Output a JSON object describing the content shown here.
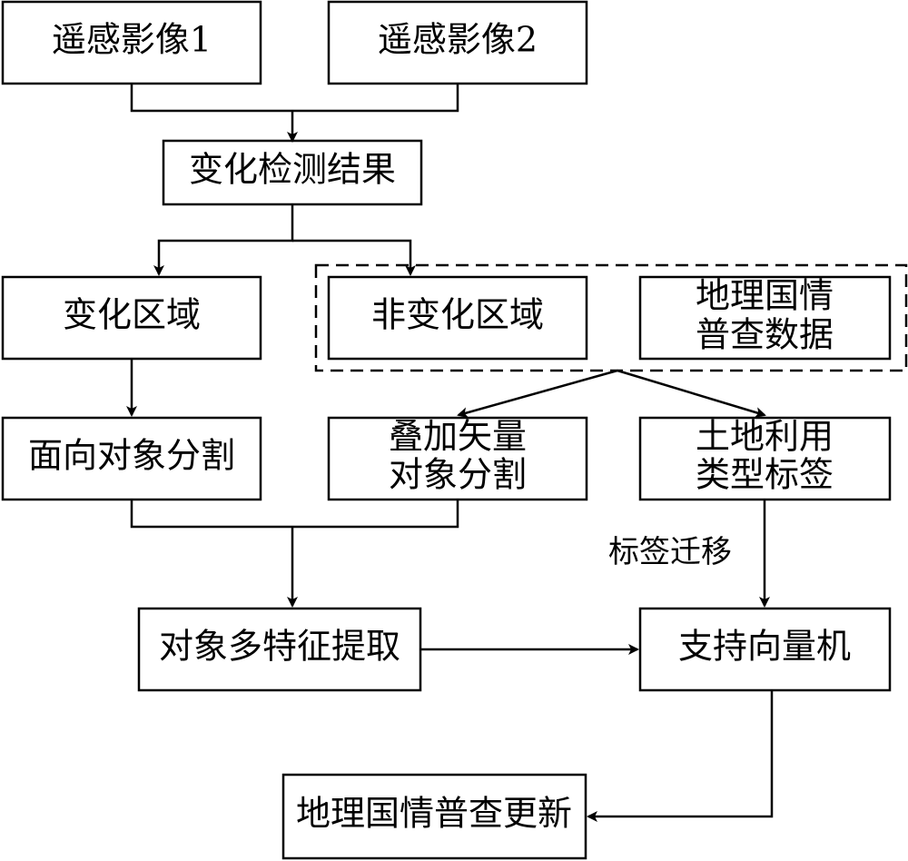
{
  "nodes": {
    "image1": "遥感影像1",
    "image2": "遥感影像2",
    "change_detection": "变化检测结果",
    "change_area": "变化区域",
    "non_change_area": "非变化区域",
    "census_data_line1": "地理国情",
    "census_data_line2": "普查数据",
    "object_segmentation": "面向对象分割",
    "vector_segmentation_line1": "叠加矢量",
    "vector_segmentation_line2": "对象分割",
    "land_use_line1": "土地利用",
    "land_use_line2": "类型标签",
    "feature_extraction": "对象多特征提取",
    "svm": "支持向量机",
    "census_update": "地理国情普查更新"
  },
  "edge_labels": {
    "label_transfer": "标签迁移"
  }
}
